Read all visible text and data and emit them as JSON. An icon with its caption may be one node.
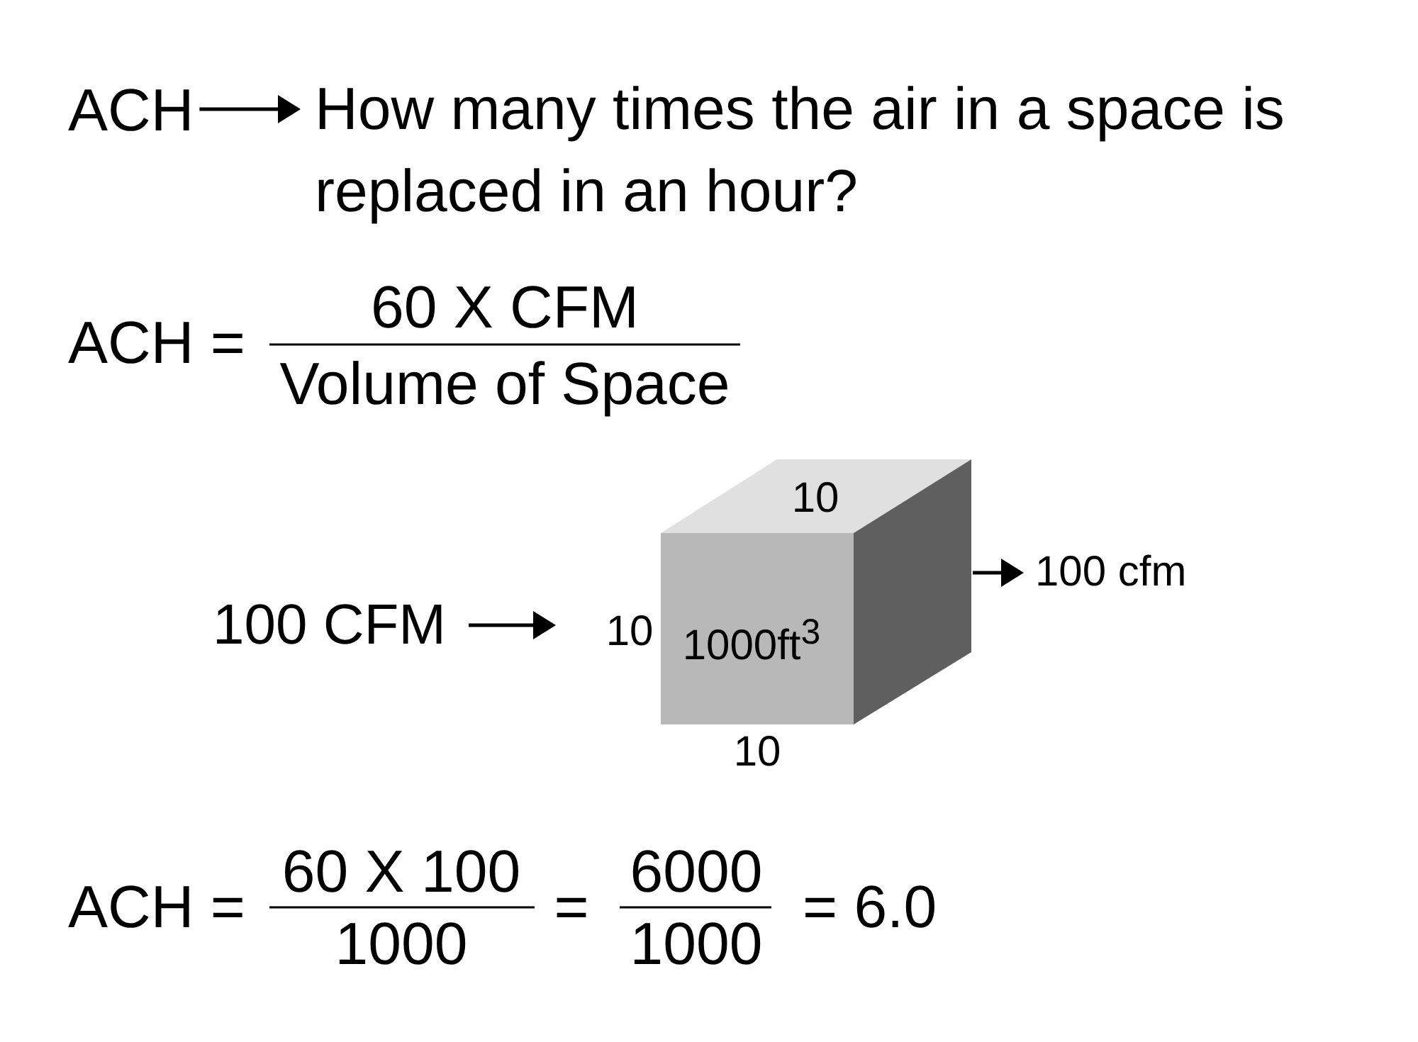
{
  "diagram": {
    "nodes": [
      {
        "text": [
          "ACH"
        ]
      },
      {
        "text": [
          "How many times the air in a space is replaced in an hour?"
        ]
      },
      {
        "text": [
          "100 CFM"
        ]
      },
      {
        "text": [
          "10",
          "1000ft$^{3}$"
        ],
        "beside": [
          "10",
          "10"
        ]
      },
      {
        "text": [
          "100 cfm"
        ]
      }
    ],
    "edges": [
      {
        "from": 0,
        "to": 1,
        "arrow": "to"
      },
      {
        "from": 2,
        "to": 3,
        "arrow": "to"
      },
      {
        "from": 3,
        "to": 4,
        "arrow": "to"
      }
    ],
    "labels": [
      "ACH =",
      "60 X CFM",
      "Volume of Space",
      "ACH =",
      "60 X 100",
      "1000",
      "=",
      "6000",
      "1000",
      "= 6.0"
    ]
  }
}
